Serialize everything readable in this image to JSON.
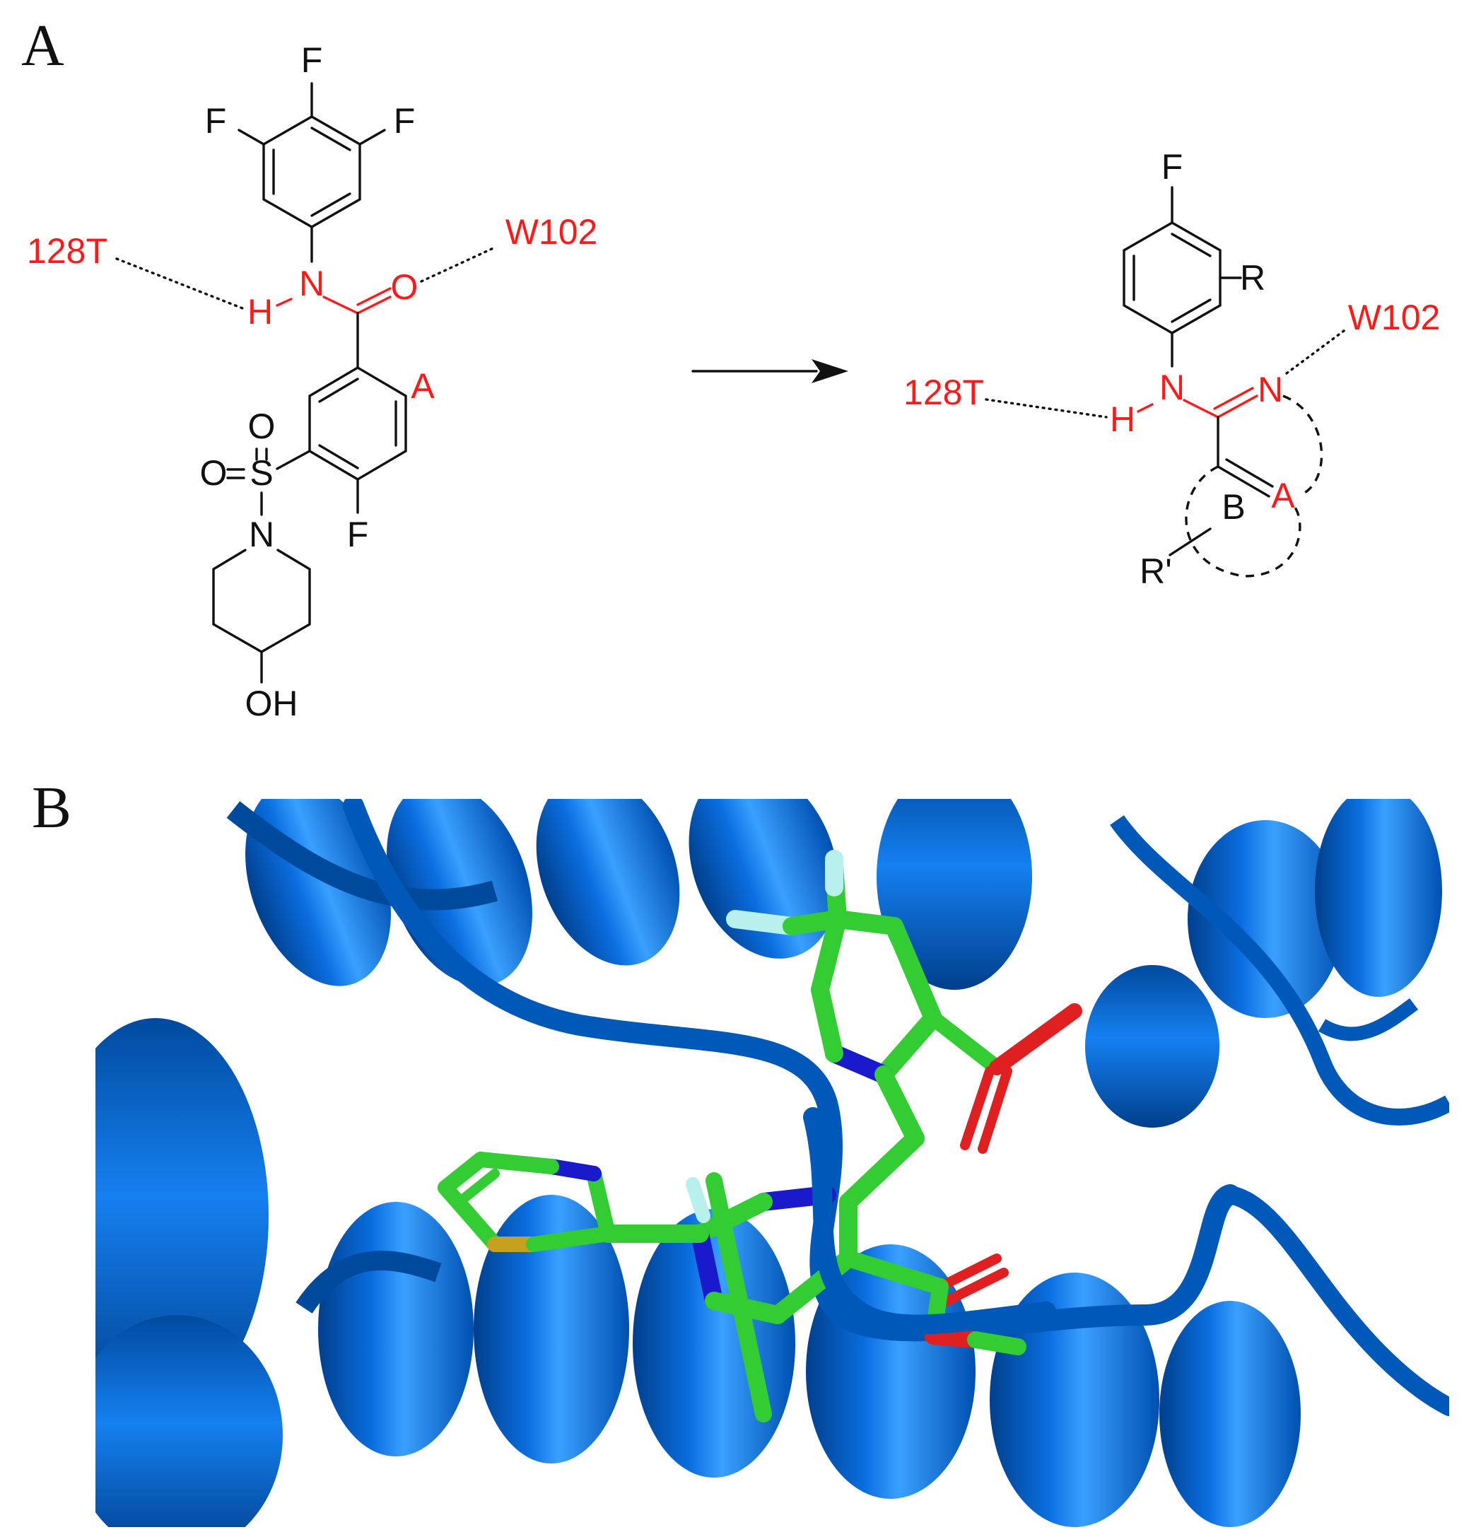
{
  "panels": {
    "a": {
      "label": "A",
      "left_molecule": {
        "atoms": {
          "f_top": "F",
          "f_left": "F",
          "f_right": "F",
          "n": "N",
          "h": "H",
          "o": "O",
          "a": "A",
          "s": "S",
          "o1": "O",
          "o2": "O",
          "n_pip": "N",
          "f_ring": "F",
          "oh": "OH"
        },
        "residue_left": "128T",
        "residue_right": "W102"
      },
      "right_molecule": {
        "atoms": {
          "f": "F",
          "r": "R",
          "n1": "N",
          "h": "H",
          "n2": "N",
          "a": "A",
          "b": "B",
          "r_prime": "R'"
        },
        "residue_left": "128T",
        "residue_right": "W102"
      }
    },
    "b": {
      "label": "B",
      "colors": {
        "protein": "#0060c8",
        "carbon": "#33cc33",
        "nitrogen": "#1a1acc",
        "oxygen": "#e02020",
        "sulfur": "#c8a020",
        "fluorine": "#b8f0ee"
      }
    }
  }
}
